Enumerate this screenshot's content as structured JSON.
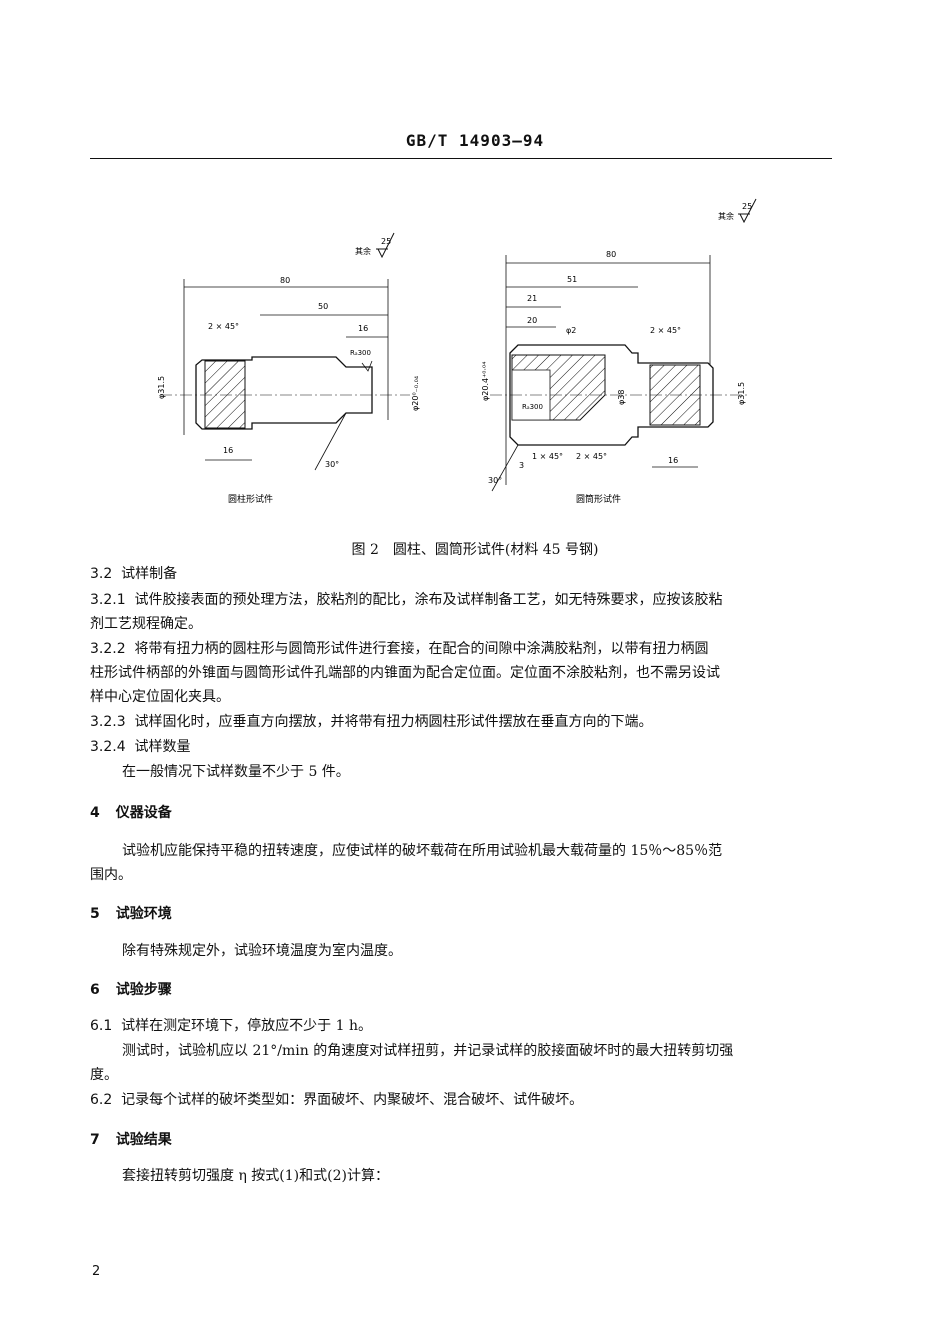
{
  "header": {
    "standard_no": "GB/T 14903—94"
  },
  "figure": {
    "left": {
      "roughness_label": "其余",
      "roughness_value": "25",
      "dim_total": "80",
      "dim_50": "50",
      "dim_16_top": "16",
      "chamfer": "2 × 45°",
      "roughness_cone": "Rₐ300",
      "dia_left": "φ31.5",
      "dia_right": "φ20⁰₋₀.₀₄",
      "dim_16_bottom": "16",
      "angle": "30°",
      "label": "圆柱形试件"
    },
    "right": {
      "roughness_label": "其余",
      "roughness_value": "25",
      "dim_total": "80",
      "dim_51": "51",
      "dim_21": "21",
      "dim_20": "20",
      "dia_2": "φ2",
      "chamfer_right": "2 × 45°",
      "roughness_cone": "Rₐ300",
      "dia_bore": "φ20.4⁺⁰·⁰⁴",
      "dia_38": "φ38",
      "dia_31": "φ31.5",
      "chamfer_1": "1 × 45°",
      "chamfer_2": "2 × 45°",
      "dim_3": "3",
      "dim_16": "16",
      "angle": "30°",
      "label": "圆筒形试件"
    }
  },
  "caption": "图 2　圆柱、圆筒形试件(材料 45 号钢)",
  "paragraphs": {
    "p1": {
      "num": "3.2",
      "text": "试样制备"
    },
    "p2": {
      "num": "3.2.1",
      "text": "试件胶接表面的预处理方法，胶粘剂的配比，涂布及试样制备工艺，如无特殊要求，应按该胶粘"
    },
    "p2b": "剂工艺规程确定。",
    "p3": {
      "num": "3.2.2",
      "text": "将带有扭力柄的圆柱形与圆筒形试件进行套接，在配合的间隙中涂满胶粘剂，以带有扭力柄圆"
    },
    "p3b": "柱形试件柄部的外锥面与圆筒形试件孔端部的内锥面为配合定位面。定位面不涂胶粘剂，也不需另设试",
    "p3c": "样中心定位固化夹具。",
    "p4": {
      "num": "3.2.3",
      "text": "试样固化时，应垂直方向摆放，并将带有扭力柄圆柱形试件摆放在垂直方向的下端。"
    },
    "p5": {
      "num": "3.2.4",
      "text": "试样数量"
    },
    "p5b": "在一般情况下试样数量不少于 5 件。",
    "s4": {
      "num": "4",
      "text": "仪器设备"
    },
    "s4p": "试验机应能保持平稳的扭转速度，应使试样的破坏载荷在所用试验机最大载荷量的 15％～85％范",
    "s4pb": "围内。",
    "s5": {
      "num": "5",
      "text": "试验环境"
    },
    "s5p": "除有特殊规定外，试验环境温度为室内温度。",
    "s6": {
      "num": "6",
      "text": "试验步骤"
    },
    "p61": {
      "num": "6.1",
      "text": "试样在测定环境下，停放应不少于 1 h。"
    },
    "p61b": "测试时，试验机应以 21°/min 的角速度对试样扭剪，并记录试样的胶接面破坏时的最大扭转剪切强",
    "p61c": "度。",
    "p62": {
      "num": "6.2",
      "text": "记录每个试样的破坏类型如：界面破坏、内聚破坏、混合破坏、试件破坏。"
    },
    "s7": {
      "num": "7",
      "text": "试验结果"
    },
    "s7p": "套接扭转剪切强度 η 按式(1)和式(2)计算："
  },
  "page_number": "2"
}
